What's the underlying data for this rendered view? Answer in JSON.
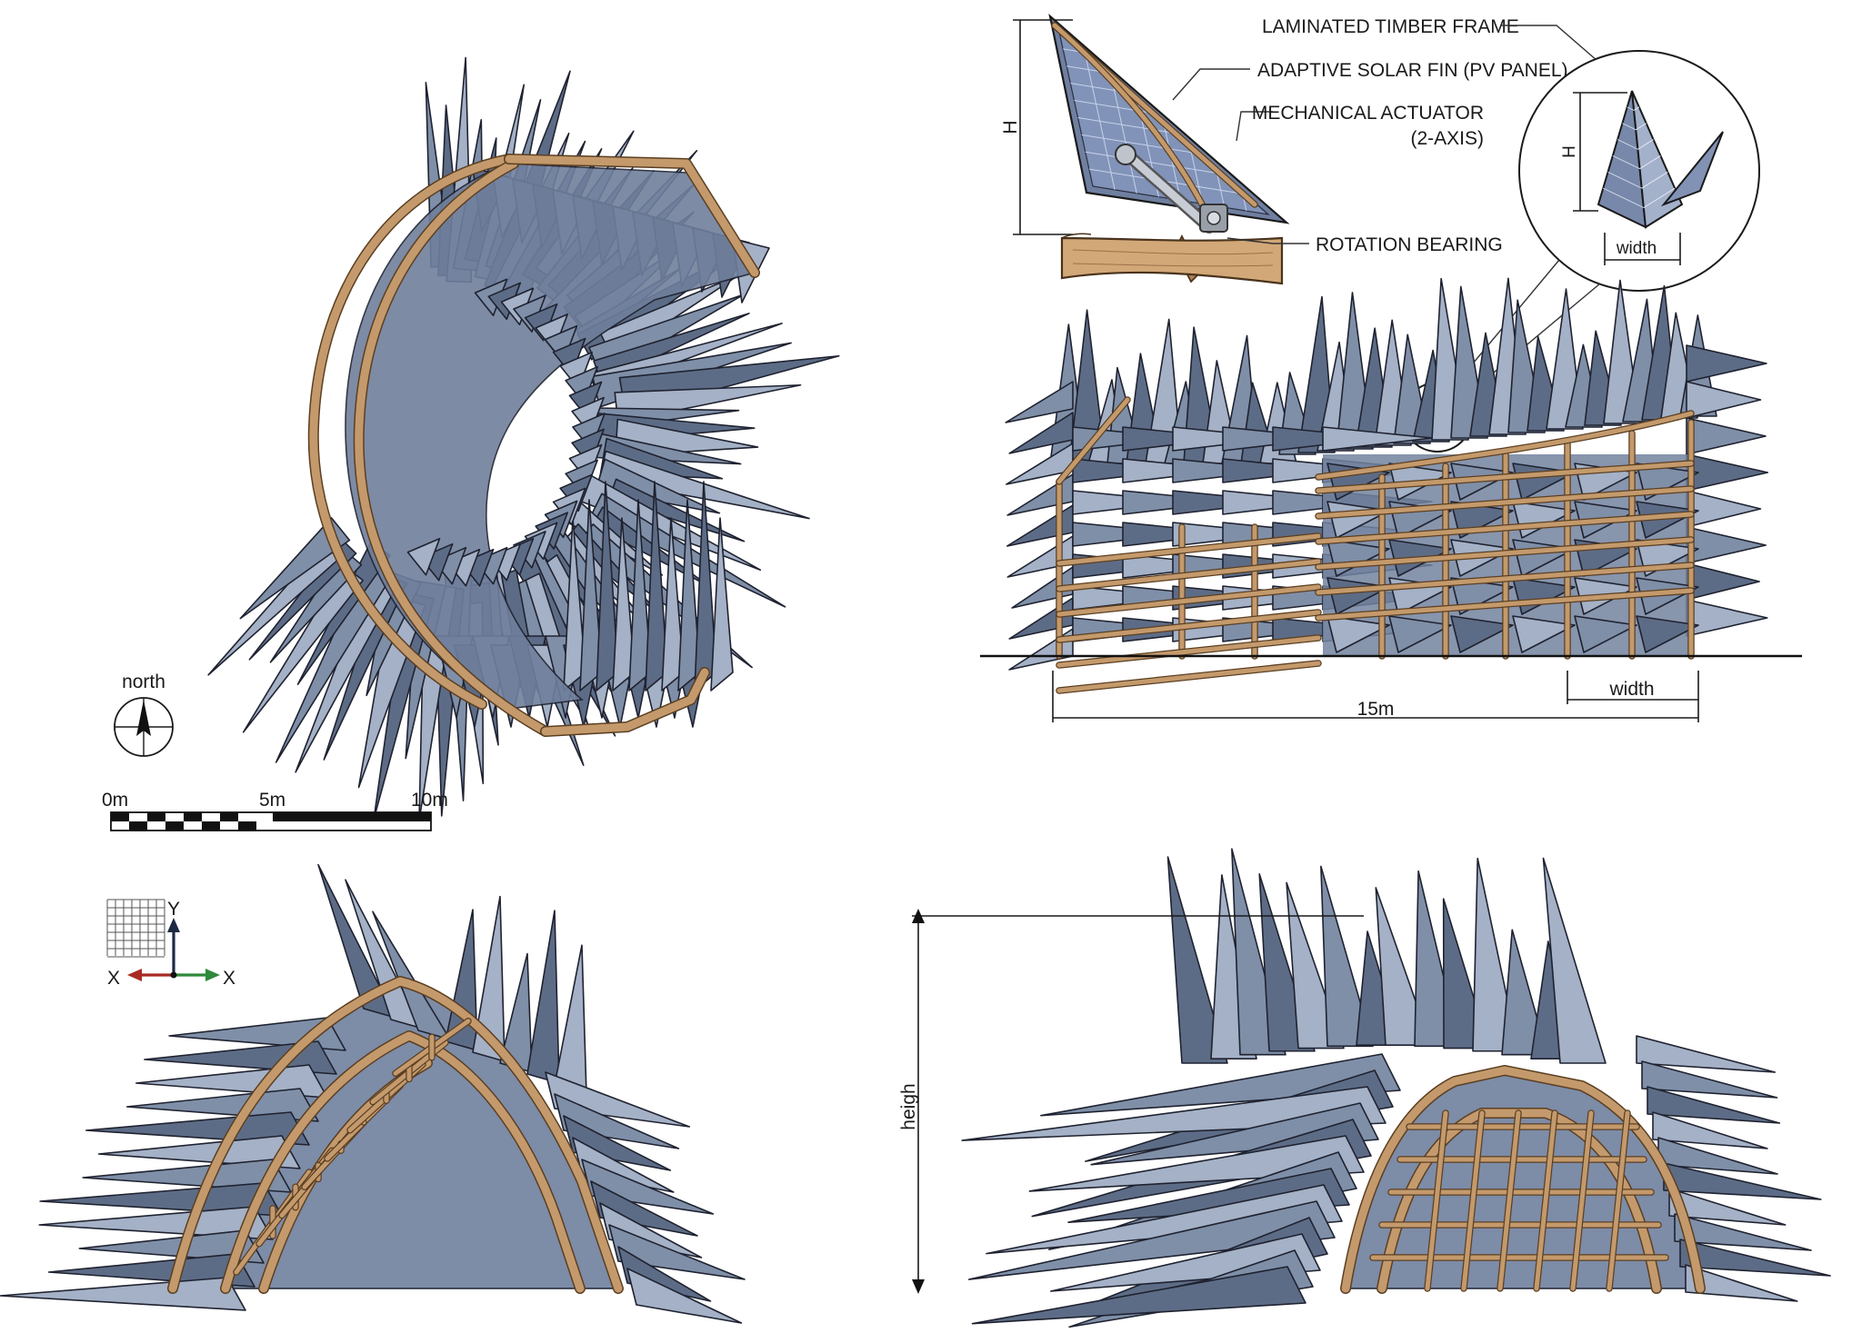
{
  "callouts": {
    "timber_frame": "LAMINATED TIMBER FRAME",
    "solar_fin": "ADAPTIVE SOLAR FIN (PV PANEL)",
    "actuator_line1": "MECHANICAL ACTUATOR",
    "actuator_line2": "(2-AXIS)",
    "bearing": "ROTATION BEARING"
  },
  "dimensions": {
    "height_symbol": "H",
    "detail_height_symbol": "H",
    "detail_width": "width",
    "elevation_width": "width",
    "elevation_length": "15m",
    "section_height": "heigh"
  },
  "compass": {
    "label": "north"
  },
  "scale_bar": {
    "labels": [
      "0m",
      "5m",
      "10m"
    ]
  },
  "axes": {
    "y": "Y",
    "x_neg": "X",
    "x_pos": "X",
    "x_neg_color": "#a82a22",
    "x_pos_color": "#2f8a3a",
    "y_color": "#1e2a44"
  },
  "colors": {
    "panel": "#7f8fa8",
    "panel_dark": "#5d6c86",
    "timber": "#c49a6c",
    "timber_edge": "#5b3f22"
  }
}
